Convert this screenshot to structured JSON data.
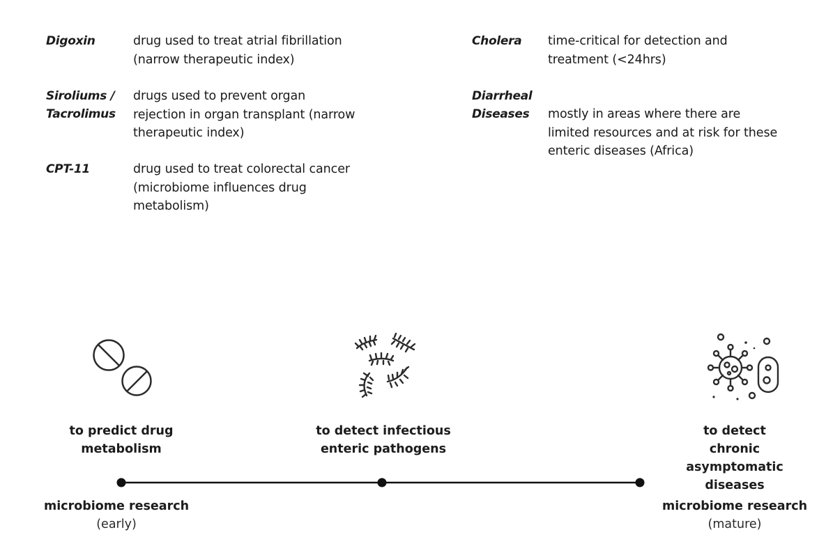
{
  "left_column": [
    {
      "term": "Digoxin",
      "description": "drug used to treat atrial fibrillation\n(narrow therapeutic index)"
    },
    {
      "term": "Siroliums /\nTacrolimus",
      "description": "drugs used to prevent organ\nrejection in organ transplant (narrow\ntherapeutic index)"
    },
    {
      "term": "CPT-11",
      "description": "drug used to treat colorectal cancer\n(microbiome influences drug\nmetabolism)"
    }
  ],
  "right_column": [
    {
      "term": "Cholera",
      "description": "time-critical for detection and\ntreatment (<24hrs)"
    },
    {
      "term": "Diarrheal\nDiseases",
      "description": "mostly in areas where there are\nlimited resources and at risk for these\nenteric diseases (Africa)"
    }
  ],
  "stages": [
    {
      "icon": "pills-icon",
      "caption": "to predict drug\nmetabolism"
    },
    {
      "icon": "bacteria-icon",
      "caption": "to detect infectious\nenteric pathogens"
    },
    {
      "icon": "virus-cell-icon",
      "caption": "to detect chronic\nasymptomatic diseases"
    }
  ],
  "timeline": {
    "start": {
      "label": "microbiome research",
      "sublabel": "(early)"
    },
    "end": {
      "label": "microbiome research",
      "sublabel": "(mature)"
    }
  },
  "colors": {
    "ink": "#1c1c1c",
    "icon": "#2b2b2b",
    "background": "#ffffff"
  }
}
